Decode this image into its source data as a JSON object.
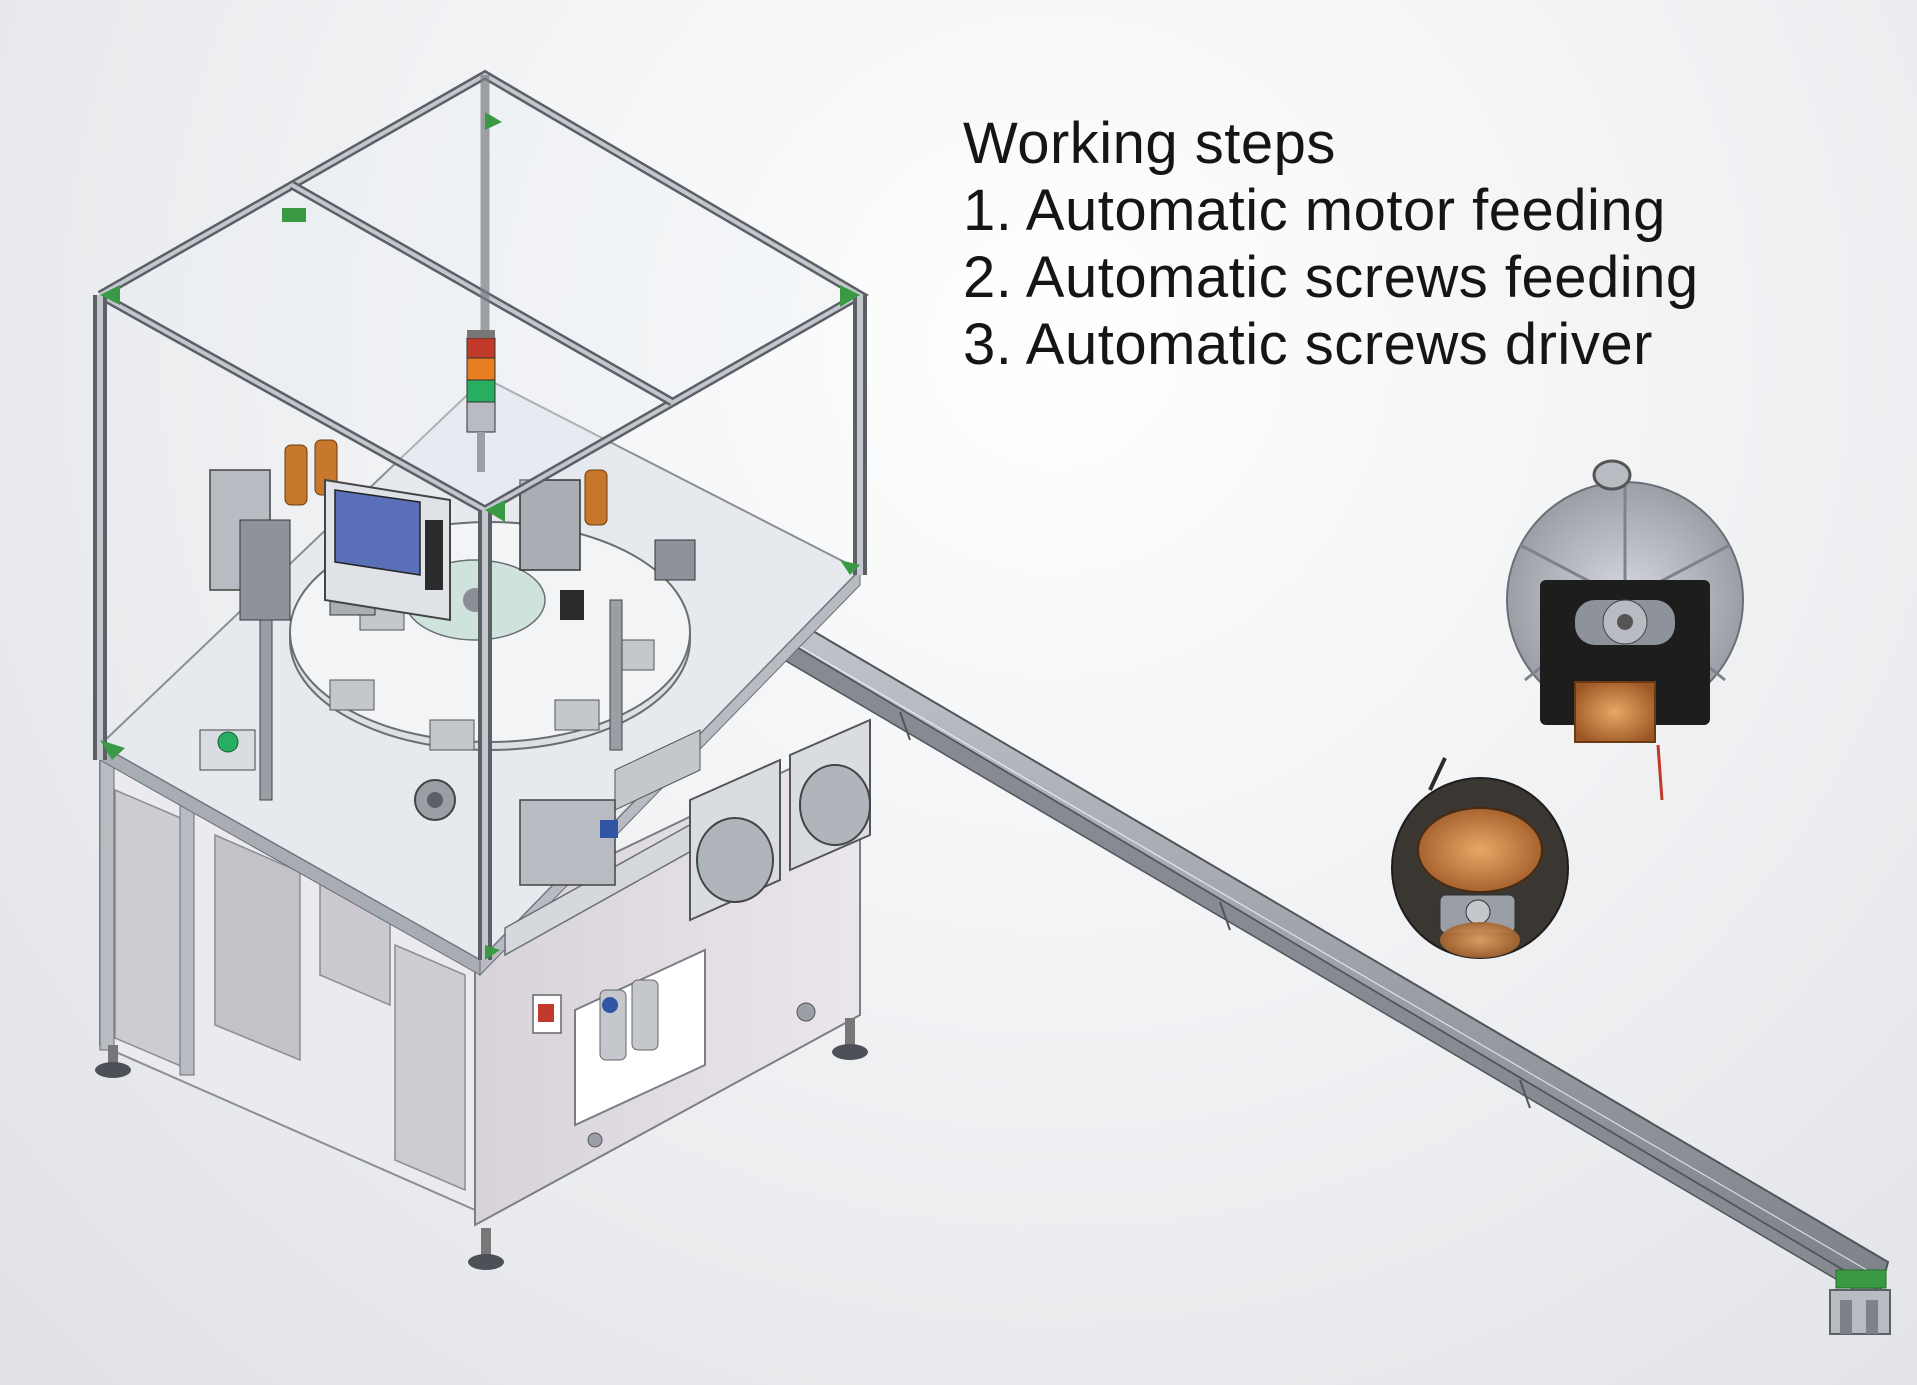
{
  "heading": "Working steps",
  "steps": [
    "1. Automatic motor feeding",
    "2. Automatic screws feeding",
    "3. Automatic screws driver"
  ],
  "colors": {
    "background": "#eceef1",
    "frame": "#a9adb4",
    "frame_dark": "#5b5f66",
    "corner_brackets": "#3a9a44",
    "cabinet": "#e3dde5",
    "cabinet_door": "#c9c5cd",
    "glass": "#e9eef4",
    "tower_red": "#c0392b",
    "tower_orange": "#e67e22",
    "tower_green": "#27ae60",
    "hmi_screen": "#5a6fb8",
    "motor_copper": "#c8783a",
    "motor_black": "#1d1d1d"
  },
  "icons": [
    "signal-tower-icon",
    "hmi-panel-icon",
    "emergency-stop-icon",
    "motor-icon"
  ]
}
